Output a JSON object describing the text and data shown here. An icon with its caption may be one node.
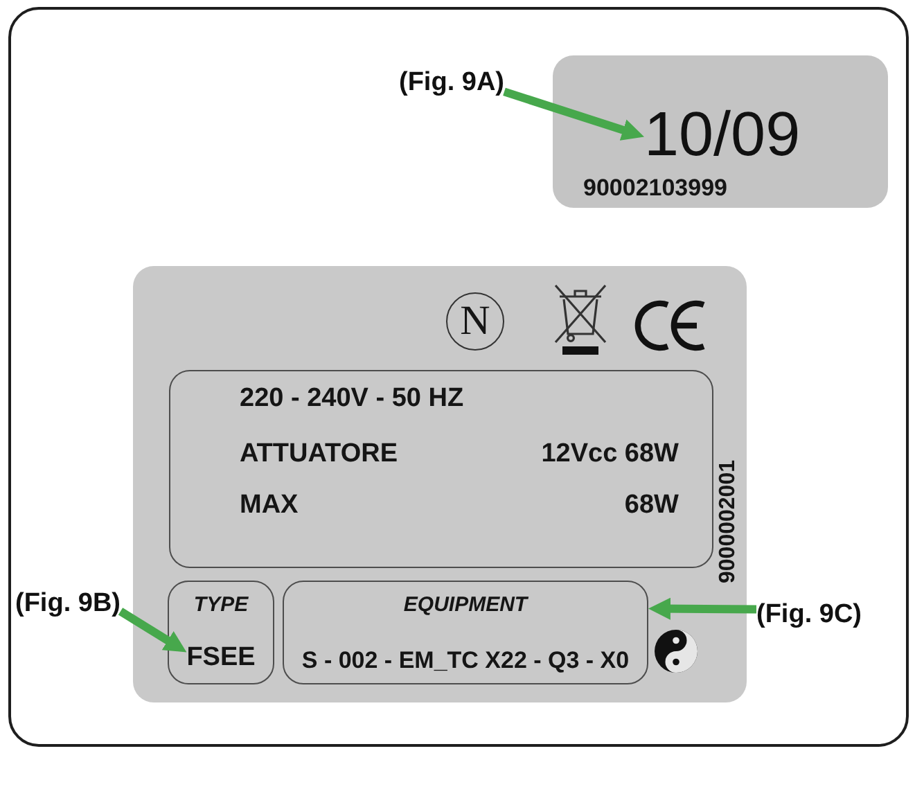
{
  "diagram": {
    "nodes": [
      {
        "text": [
          "(Fig. 9A)"
        ]
      },
      {
        "text": [
          "90002103999"
        ]
      },
      {
        "text": [
          "10/09"
        ],
        "in": 1
      },
      {
        "text": [
          "9000002001"
        ]
      },
      {
        "text": [
          "N"
        ],
        "in": 3
      },
      {
        "text": [
          "220 - 240V - 50 HZ",
          "ATTUATORE",
          "12Vcc 68W",
          "MAX",
          "68W"
        ],
        "in": 3
      },
      {
        "text": [
          "(Fig. 9B)"
        ]
      },
      {
        "text": [
          "TYPE"
        ],
        "in": 3
      },
      {
        "text": [
          "FSEE"
        ],
        "in": 7
      },
      {
        "text": [
          "EQUIPMENT",
          "S - 002 - EM_TC X22 - Q3 - X0"
        ],
        "in": 3
      },
      {
        "text": [
          "(Fig. 9C)"
        ]
      }
    ],
    "edges": [
      {
        "from": 0,
        "to": 2,
        "arrow": "to"
      },
      {
        "from": 6,
        "to": 8,
        "arrow": "to"
      },
      {
        "from": 10,
        "to": 9,
        "arrow": "to"
      }
    ]
  }
}
